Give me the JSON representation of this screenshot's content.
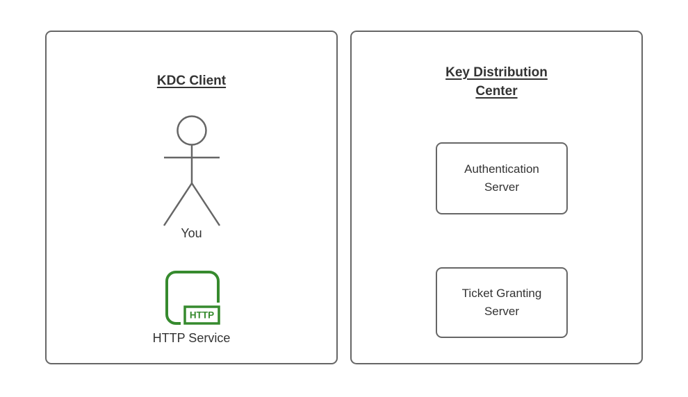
{
  "left_panel": {
    "title": "KDC Client",
    "actor_label": "You",
    "service_label": "HTTP Service",
    "service_badge": "HTTP"
  },
  "right_panel": {
    "title": "Key Distribution Center",
    "boxes": [
      {
        "label": "Authentication Server"
      },
      {
        "label": "Ticket Granting Server"
      }
    ]
  },
  "colors": {
    "panel_border": "#666666",
    "box_border": "#666666",
    "actor_stroke": "#666666",
    "http_green": "#368a2e",
    "text": "#333333",
    "background": "#ffffff"
  }
}
